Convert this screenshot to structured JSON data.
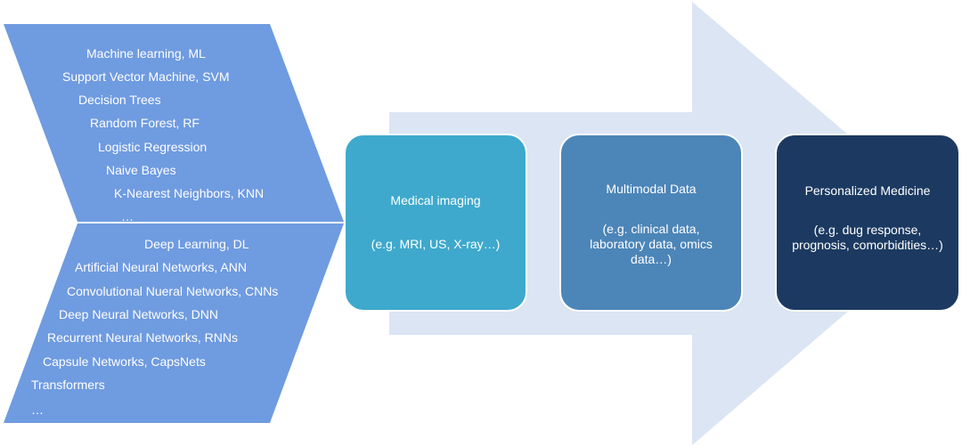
{
  "colors": {
    "arrow": "#dbe5f4",
    "chevron": "#6f9be0",
    "medical_box": "#3ea9cc",
    "multimodal_box": "#4c85b8",
    "personalized_box": "#1c3a61"
  },
  "machine_learning": {
    "items": [
      "Machine learning, ML",
      "Support Vector Machine, SVM",
      "Decision Trees",
      "Random Forest, RF",
      "Logistic Regression",
      "Naive Bayes",
      "K-Nearest Neighbors, KNN",
      "…"
    ]
  },
  "deep_learning": {
    "items": [
      "Deep Learning, DL",
      "Artificial Neural Networks, ANN",
      "Convolutional Nueral Networks, CNNs",
      "Deep Neural Networks, DNN",
      "Recurrent Neural Networks, RNNs",
      "Capsule Networks, CapsNets",
      "Transformers",
      "…"
    ]
  },
  "stages": {
    "medical_imaging": {
      "title": "Medical imaging",
      "detail": "(e.g. MRI, US, X-ray…)"
    },
    "multimodal_data": {
      "title": "Multimodal Data",
      "detail": "(e.g. clinical data, laboratory data, omics data…)"
    },
    "personalized_medicine": {
      "title": "Personalized Medicine",
      "detail": "(e.g. dug response, prognosis, comorbidities…)"
    }
  }
}
